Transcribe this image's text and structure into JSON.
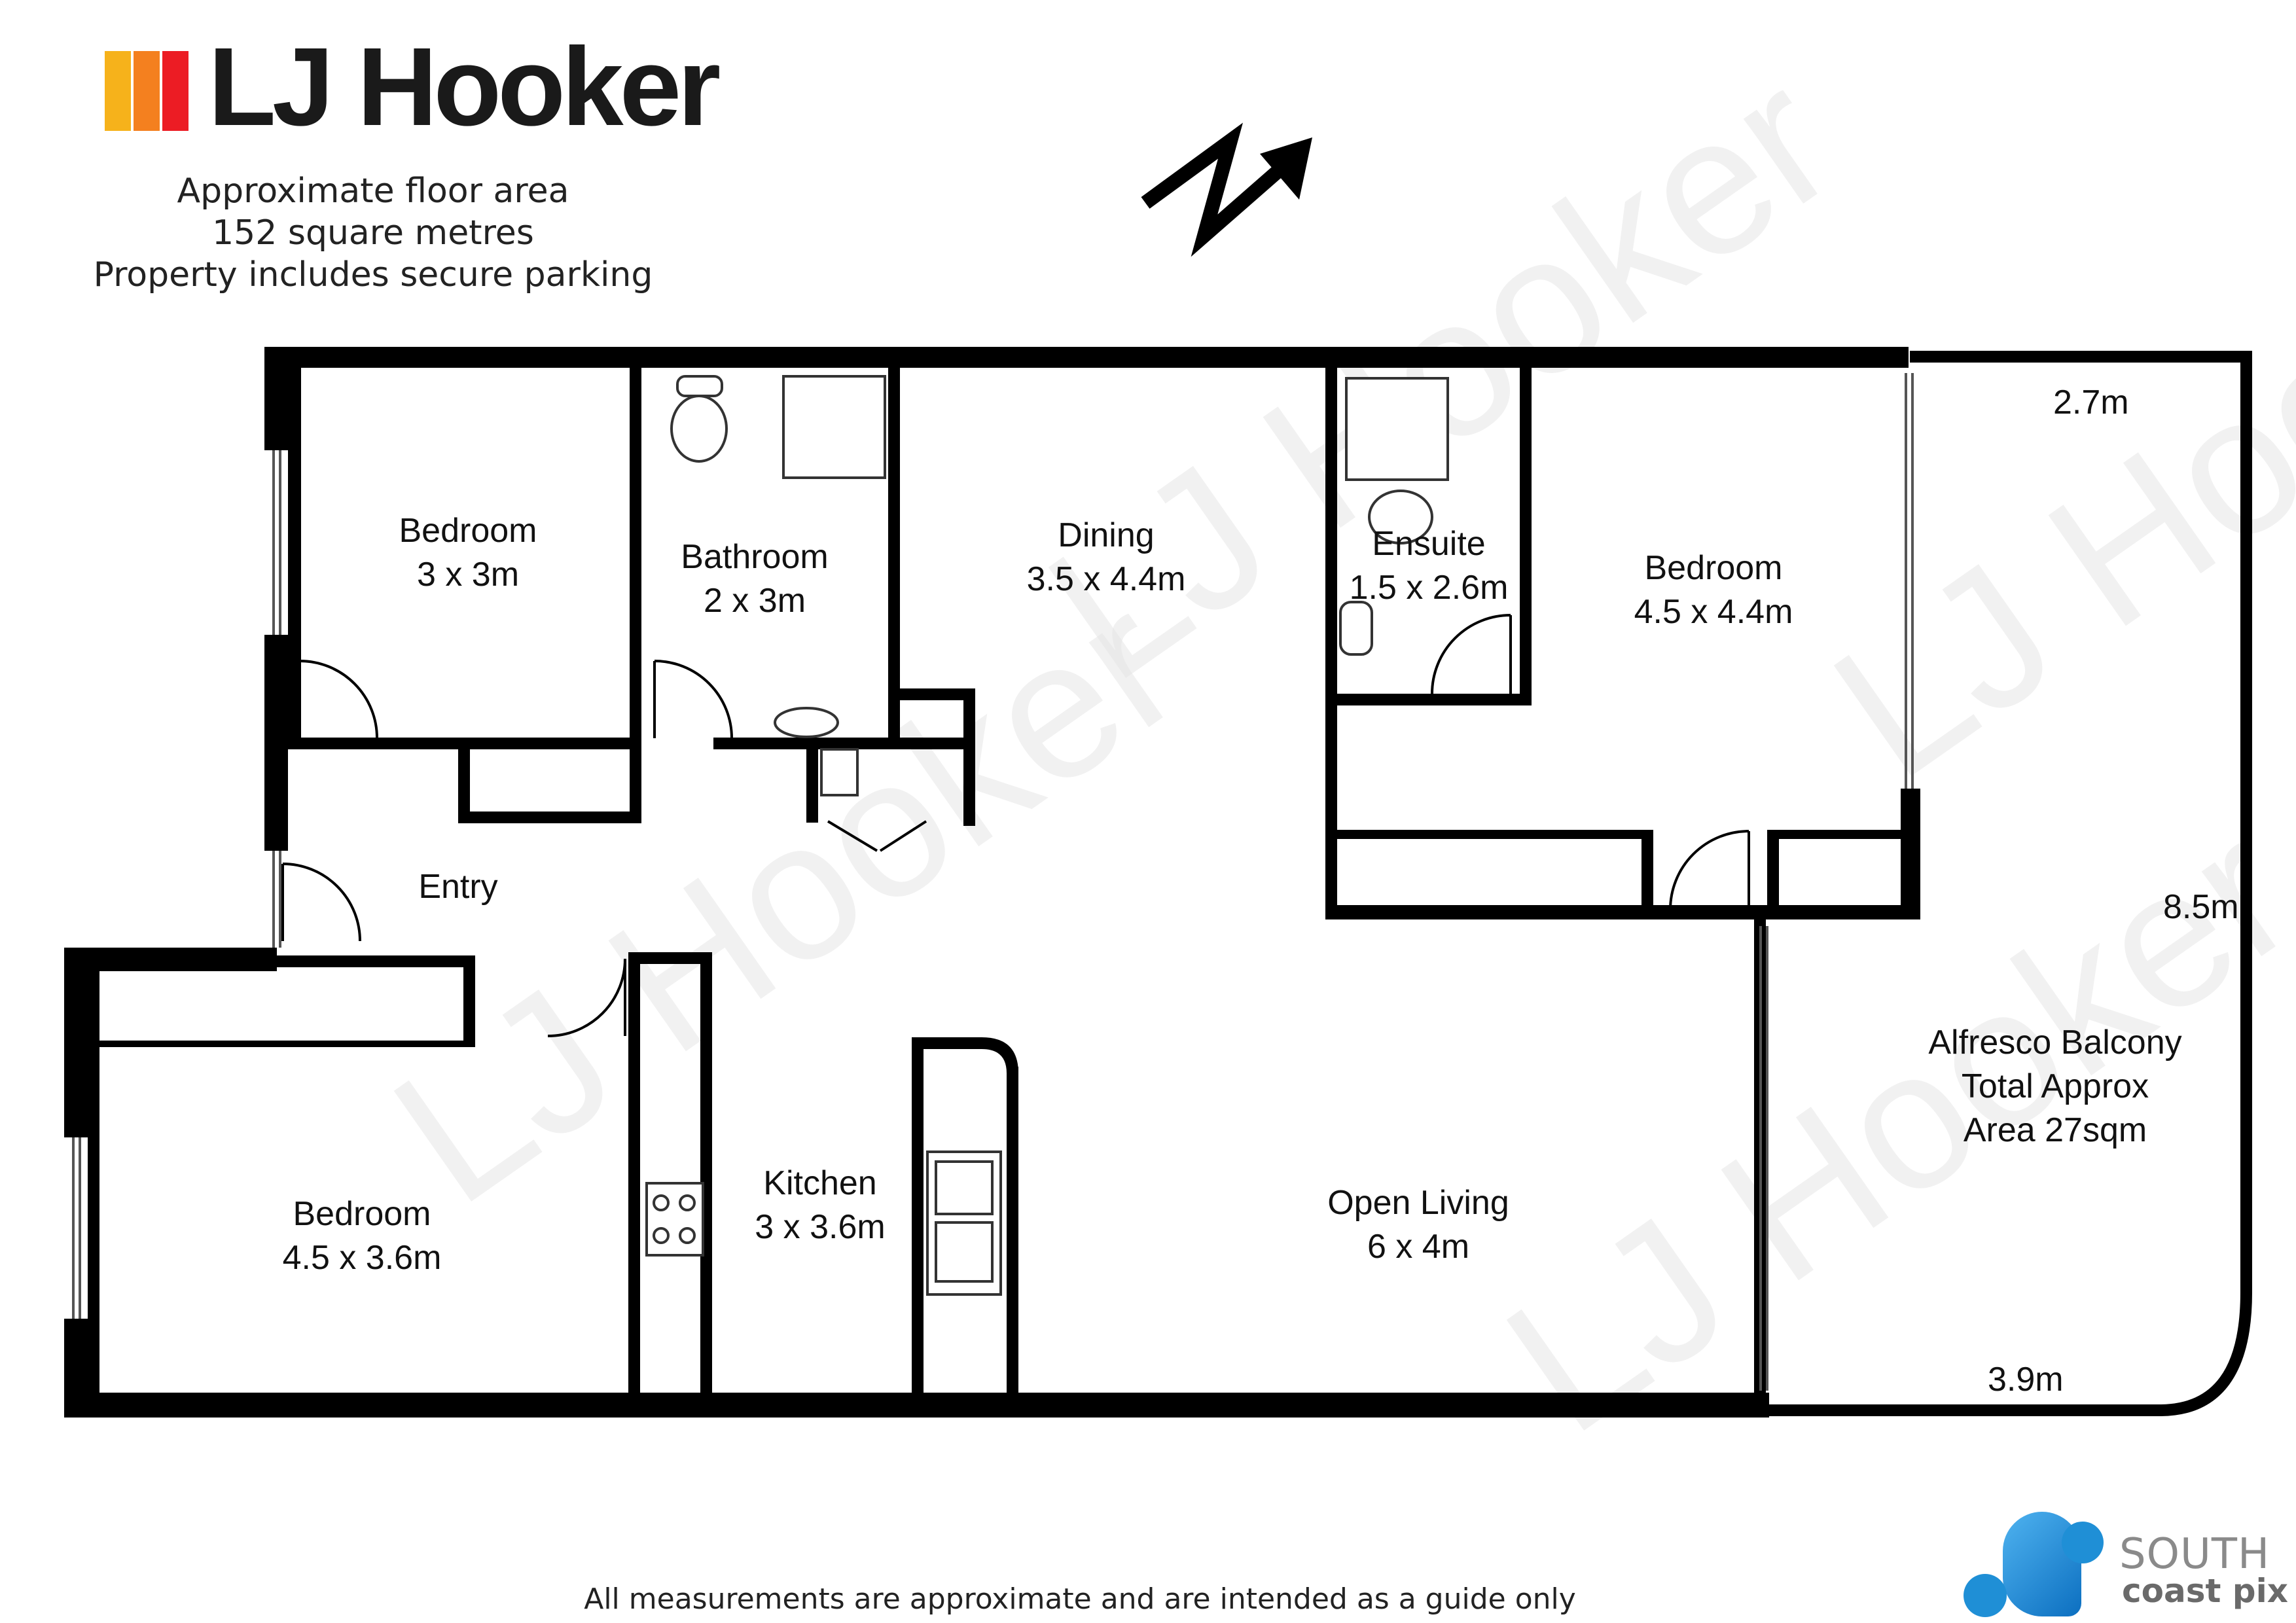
{
  "header": {
    "brand": "LJ Hooker",
    "brand_colors": [
      "#f6b21b",
      "#f4801f",
      "#ec1c24"
    ],
    "floor_area_line1": "Approximate floor area",
    "floor_area_line2": "152 square metres",
    "parking_line": "Property includes secure parking"
  },
  "north_arrow": {
    "label": "N",
    "icon": "north-arrow-icon"
  },
  "watermark": "LJ Hooker",
  "rooms": {
    "bedroom_left_top": {
      "name": "Bedroom",
      "size": "3 x 3m"
    },
    "bathroom": {
      "name": "Bathroom",
      "size": "2 x 3m"
    },
    "dining": {
      "name": "Dining",
      "size": "3.5 x 4.4m"
    },
    "ensuite": {
      "name": "Ensuite",
      "size": "1.5 x 2.6m"
    },
    "bedroom_right": {
      "name": "Bedroom",
      "size": "4.5 x 4.4m"
    },
    "entry": {
      "name": "Entry"
    },
    "bedroom_left_bottom": {
      "name": "Bedroom",
      "size": "4.5 x 3.6m"
    },
    "kitchen": {
      "name": "Kitchen",
      "size": "3 x 3.6m"
    },
    "open_living": {
      "name": "Open Living",
      "size": "6 x 4m"
    },
    "balcony": {
      "line1": "Alfresco Balcony",
      "line2": "Total Approx",
      "line3": "Area 27sqm"
    }
  },
  "balcony_dims": {
    "top": "2.7m",
    "right": "8.5m",
    "bottom": "3.9m"
  },
  "footer": {
    "disclaimer": "All measurements are approximate and are intended as a guide only"
  },
  "credit": {
    "line1": "SOUTH",
    "line2": "coast pix",
    "icon": "south-coast-pix-logo-icon",
    "color": "#1f8fd6"
  }
}
